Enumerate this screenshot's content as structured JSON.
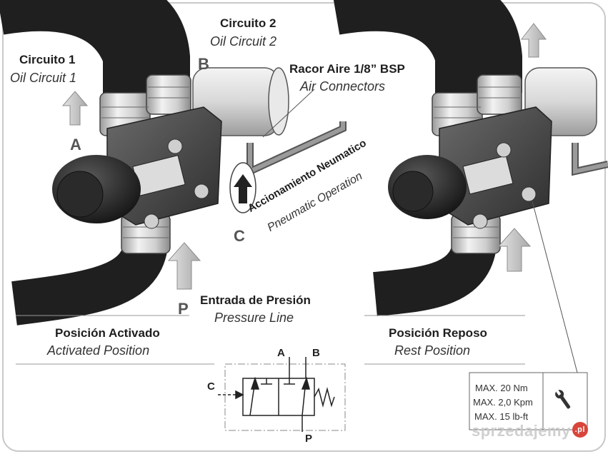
{
  "left_assembly": {
    "circuit1_es": "Circuito 1",
    "circuit1_en": "Oil Circuit 1",
    "circuit2_es": "Circuito 2",
    "circuit2_en": "Oil Circuit 2",
    "connector_es": "Racor Aire 1/8” BSP",
    "connector_en": "Air Connectors",
    "pneumatic_es": "Accionamiento Neumatico",
    "pneumatic_en": "Pneumatic Operation",
    "pressure_es": "Entrada de Presión",
    "pressure_en": "Pressure Line",
    "port_a": "A",
    "port_b": "B",
    "port_c": "C",
    "port_p": "P",
    "position_es": "Posición Activado",
    "position_en": "Activated Position"
  },
  "right_assembly": {
    "position_es": "Posición Reposo",
    "position_en": "Rest Position"
  },
  "valve_symbol": {
    "port_a": "A",
    "port_b": "B",
    "port_c": "C",
    "port_p": "P"
  },
  "torque_box": {
    "line1": "MAX. 20 Nm",
    "line2": "MAX. 2,0 Kpm",
    "line3": "MAX. 15 lb-ft",
    "icon": "wrench-icon"
  },
  "watermark": {
    "text": "sprzedajemy",
    "badge": ".pl"
  },
  "colors": {
    "hose": "#1f1f1f",
    "metal_light": "#e6e6e6",
    "metal_mid": "#b8b8b8",
    "body_dark": "#3c3c3c",
    "arrow": "#cfcfcf",
    "frame": "#c9c9c9"
  }
}
